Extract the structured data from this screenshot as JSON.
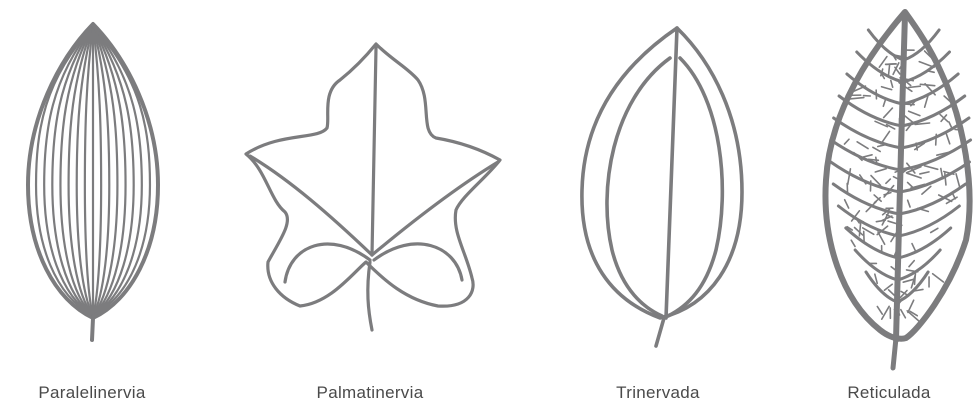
{
  "colors": {
    "leaf": "#7c7c7e",
    "label": "#4a4a4a",
    "background": "#ffffff"
  },
  "leaves": [
    {
      "type": "paralelinervia",
      "label": "Paralelinervia"
    },
    {
      "type": "palmatinervia",
      "label": "Palmatinervia"
    },
    {
      "type": "trinervada",
      "label": "Trinervada"
    },
    {
      "type": "reticulada",
      "label": "Reticulada"
    }
  ]
}
